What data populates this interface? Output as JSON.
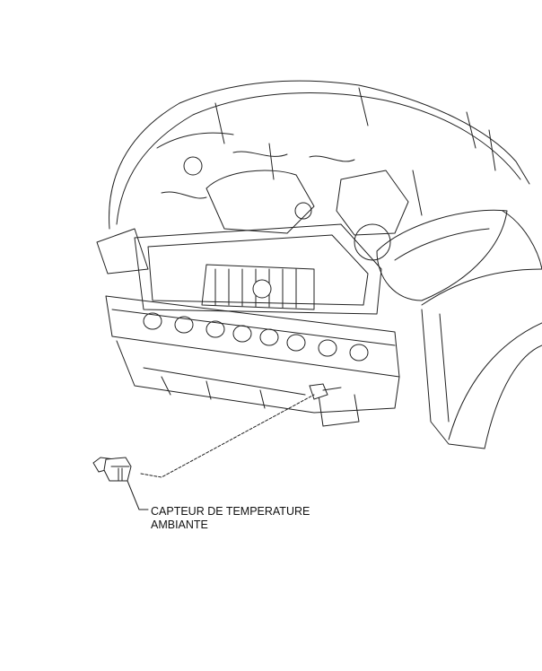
{
  "diagram": {
    "subject": "vehicle-front-engine-bay",
    "callout": {
      "line1": "CAPTEUR DE TEMPERATURE",
      "line2": "AMBIANTE"
    },
    "line_color": "#222222"
  }
}
